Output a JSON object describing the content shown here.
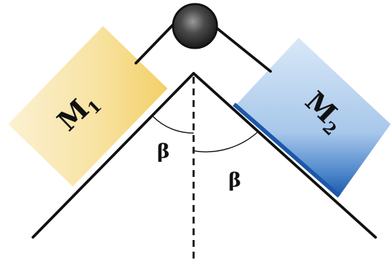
{
  "blocks": [
    {
      "name": "M",
      "subscript": "1",
      "color": "#f7e3a0"
    },
    {
      "name": "M",
      "subscript": "2",
      "color": "#a9c9ea"
    }
  ],
  "angles": {
    "left_label": "β",
    "right_label": "β"
  },
  "colors": {
    "line": "#111111",
    "pulley": "#333333",
    "block1_light": "#fcf0cf",
    "block1_dark": "#f5d77a",
    "block2_light": "#d6e6f7",
    "block2_dark": "#1f5fb0"
  }
}
